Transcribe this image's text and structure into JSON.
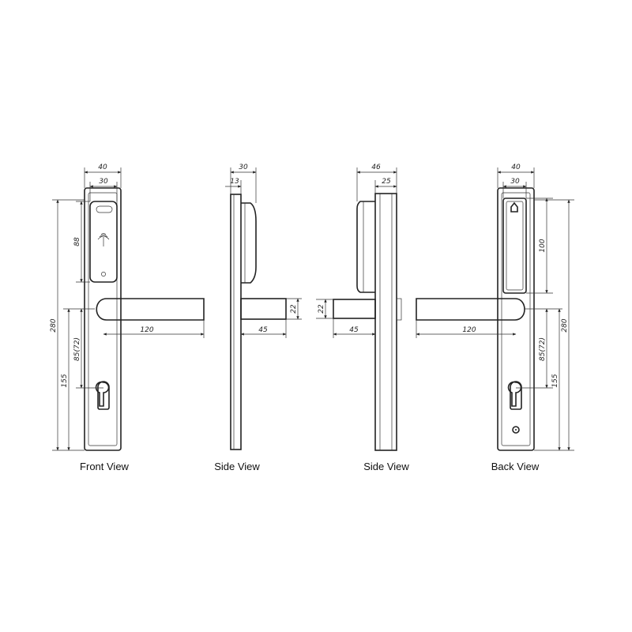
{
  "views": {
    "front": {
      "caption": "Front View",
      "dims": {
        "w40": "40",
        "w30": "30",
        "h88": "88",
        "h280": "280",
        "h85": "85(72)",
        "h155": "155",
        "l120": "120"
      }
    },
    "side1": {
      "caption": "Side View",
      "dims": {
        "w30": "30",
        "w13": "13",
        "h22": "22",
        "l45": "45"
      }
    },
    "side2": {
      "caption": "Side View",
      "dims": {
        "w46": "46",
        "w25": "25",
        "h22": "22",
        "l45": "45"
      }
    },
    "back": {
      "caption": "Back View",
      "dims": {
        "w40": "40",
        "w30": "30",
        "h100": "100",
        "h280": "280",
        "h85": "85(72)",
        "h155": "155",
        "l120": "120"
      }
    }
  },
  "icons": {
    "rfid": "rfid-waves-icon",
    "home": "home-icon",
    "keyhole": "cylinder-keyhole-icon"
  }
}
